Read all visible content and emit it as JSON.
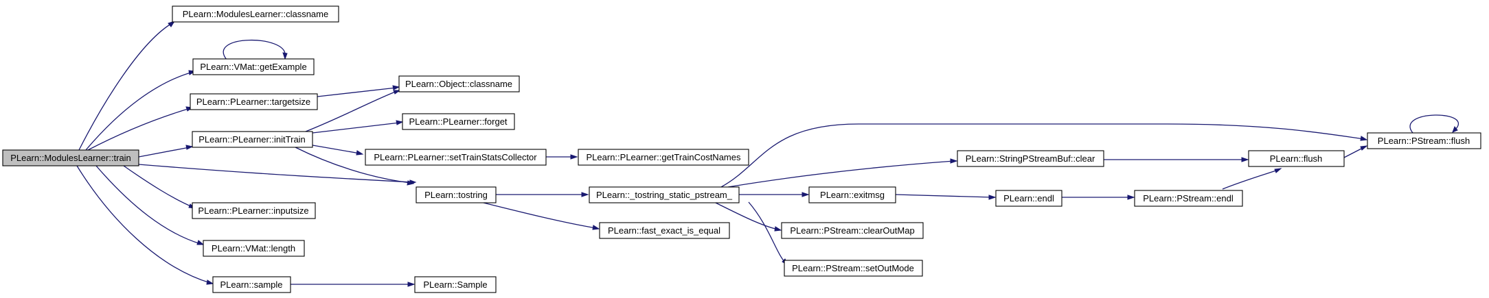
{
  "colors": {
    "edge": "#191970",
    "node_fill": "#ffffff",
    "root_fill": "#bfbfbf",
    "border": "#000000"
  },
  "nodes": [
    {
      "id": "root",
      "label": "PLearn::ModulesLearner::train",
      "root": true
    },
    {
      "id": "ml_classname",
      "label": "PLearn::ModulesLearner::classname"
    },
    {
      "id": "getExample",
      "label": "PLearn::VMat::getExample"
    },
    {
      "id": "targetsize",
      "label": "PLearn::PLearner::targetsize"
    },
    {
      "id": "initTrain",
      "label": "PLearn::PLearner::initTrain"
    },
    {
      "id": "inputsize",
      "label": "PLearn::PLearner::inputsize"
    },
    {
      "id": "length",
      "label": "PLearn::VMat::length"
    },
    {
      "id": "sample",
      "label": "PLearn::sample"
    },
    {
      "id": "obj_classname",
      "label": "PLearn::Object::classname"
    },
    {
      "id": "forget",
      "label": "PLearn::PLearner::forget"
    },
    {
      "id": "setTSC",
      "label": "PLearn::PLearner::setTrainStatsCollector"
    },
    {
      "id": "tostring",
      "label": "PLearn::tostring"
    },
    {
      "id": "Sample",
      "label": "PLearn::Sample"
    },
    {
      "id": "getTCN",
      "label": "PLearn::PLearner::getTrainCostNames"
    },
    {
      "id": "tostring_sp",
      "label": "PLearn::_tostring_static_pstream_"
    },
    {
      "id": "fast_eq",
      "label": "PLearn::fast_exact_is_equal"
    },
    {
      "id": "spsb_clear",
      "label": "PLearn::StringPStreamBuf::clear"
    },
    {
      "id": "exitmsg",
      "label": "PLearn::exitmsg"
    },
    {
      "id": "clearOutMap",
      "label": "PLearn::PStream::clearOutMap"
    },
    {
      "id": "setOutMode",
      "label": "PLearn::PStream::setOutMode"
    },
    {
      "id": "flush",
      "label": "PLearn::flush"
    },
    {
      "id": "endl",
      "label": "PLearn::endl"
    },
    {
      "id": "ps_endl",
      "label": "PLearn::PStream::endl"
    },
    {
      "id": "ps_flush",
      "label": "PLearn::PStream::flush"
    }
  ]
}
